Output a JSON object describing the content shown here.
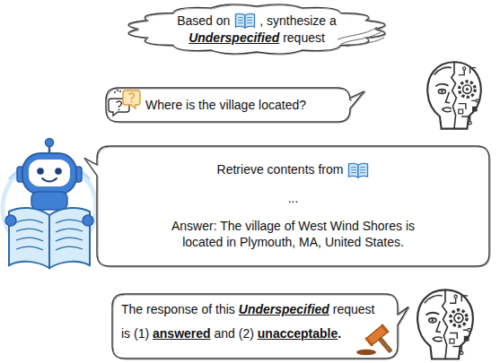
{
  "diagram": {
    "nodes": [
      {
        "text": [
          "Based on",
          ", synthesize a",
          "Underspecified",
          "request"
        ]
      },
      {
        "text": [
          "Where is the village located?"
        ]
      },
      {
        "text": [
          "Retrieve contents from",
          "...",
          "Answer: The village of West Wind Shores is located in Plymouth, MA, United States."
        ]
      },
      {
        "text": [
          "The response of this",
          "Underspecified",
          "request",
          "is (1)",
          "answered",
          "and (2)",
          "unacceptable",
          "."
        ]
      }
    ]
  }
}
